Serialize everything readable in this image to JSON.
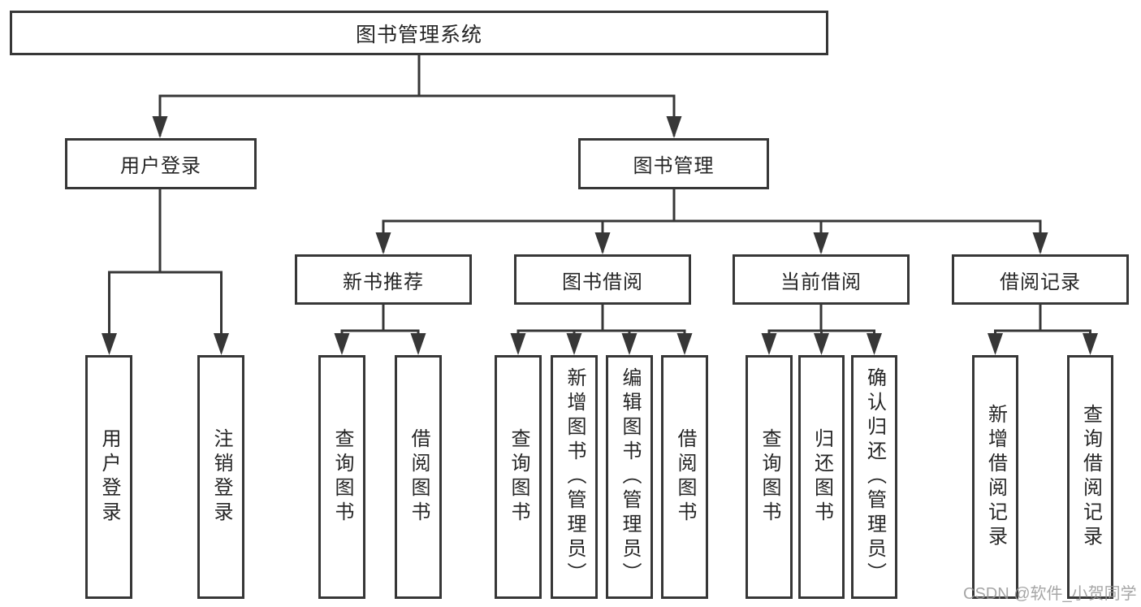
{
  "diagram": {
    "title": "图书管理系统",
    "nodes": {
      "root": "图书管理系统",
      "user_login": {
        "label": "用户登录",
        "children": [
          "用户登录",
          "注销登录"
        ]
      },
      "book_mgmt": {
        "label": "图书管理",
        "sections": [
          {
            "label": "新书推荐",
            "children": [
              "查询图书",
              "借阅图书"
            ]
          },
          {
            "label": "图书借阅",
            "children": [
              "查询图书",
              "新增图书（管理员）",
              "编辑图书（管理员）",
              "借阅图书"
            ]
          },
          {
            "label": "当前借阅",
            "children": [
              "查询图书",
              "归还图书",
              "确认归还（管理员）"
            ]
          },
          {
            "label": "借阅记录",
            "children": [
              "新增借阅记录",
              "查询借阅记录"
            ]
          }
        ]
      }
    }
  },
  "watermark": "CSDN @软件_小贺同学",
  "colors": {
    "line": "#373737",
    "box_border": "#373737",
    "box_fill": "#ffffff",
    "text": "#262626",
    "watermark": "#969696"
  }
}
